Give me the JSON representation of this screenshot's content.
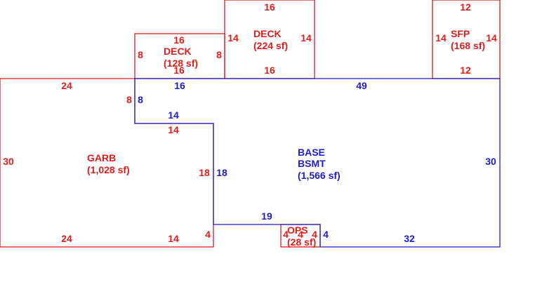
{
  "colors": {
    "red": "#dd1c1c",
    "blue": "#1c1cc8",
    "background": "#ffffff"
  },
  "areas": {
    "garage": {
      "code": "GARB",
      "area": "(1,028 sf)"
    },
    "base": {
      "code": "BASE",
      "code2": "BSMT",
      "area": "(1,566 sf)"
    },
    "deck_small": {
      "code": "DECK",
      "area": "(128 sf)"
    },
    "deck_large": {
      "code": "DECK",
      "area": "(224 sf)"
    },
    "sfp": {
      "code": "SFP",
      "area": "(168 sf)"
    },
    "ops": {
      "code": "OPS",
      "area": "(28 sf)"
    }
  },
  "dims": {
    "garage_top": "24",
    "garage_left": "30",
    "garage_bottom": "24",
    "garage_bottom2": "14",
    "garage_step_left": "8",
    "garage_step_bottom": "14",
    "garage_right": "18",
    "garage_right_low": "4",
    "deck_small_top": "16",
    "deck_small_left": "8",
    "deck_small_right": "8",
    "deck_small_bottom": "16",
    "deck_large_top": "16",
    "deck_large_left": "14",
    "deck_large_right": "14",
    "deck_large_bottom": "16",
    "sfp_top": "12",
    "sfp_left": "14",
    "sfp_right": "14",
    "sfp_bottom": "12",
    "base_top_left": "16",
    "base_top": "49",
    "base_step_left": "8",
    "base_step_top": "14",
    "base_left": "18",
    "base_right": "30",
    "base_inner_bottom": "19",
    "base_bottom": "32",
    "base_ops_right": "4",
    "ops_left": "4",
    "ops_mid": "4",
    "ops_right": "4"
  }
}
